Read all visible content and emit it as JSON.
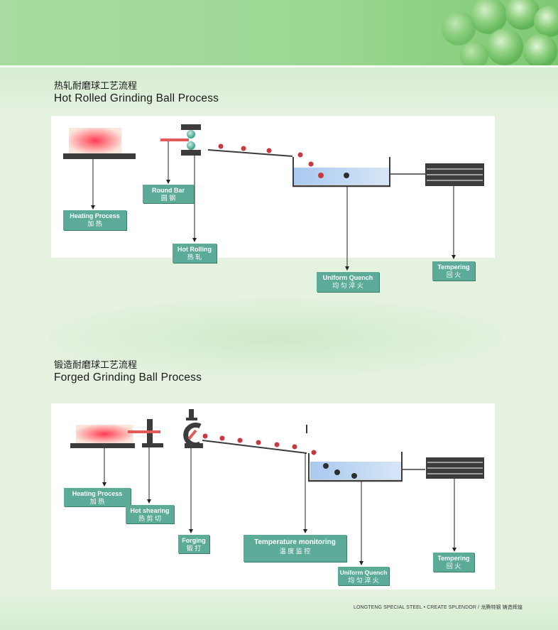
{
  "sections": [
    {
      "title_zh": "热轧耐磨球工艺流程",
      "title_en": "Hot Rolled Grinding Ball Process",
      "labels": [
        {
          "en": "Heating Process",
          "zh": "加 热"
        },
        {
          "en": "Round Bar",
          "zh": "圆 钢"
        },
        {
          "en": "Hot Rolling",
          "zh": "热 轧"
        },
        {
          "en": "Uniform Quench",
          "zh": "均 匀 淬 火"
        },
        {
          "en": "Tempering",
          "zh": "回 火"
        }
      ]
    },
    {
      "title_zh": "锻造耐磨球工艺流程",
      "title_en": "Forged Grinding Ball Process",
      "labels": [
        {
          "en": "Heating Process",
          "zh": "加 热"
        },
        {
          "en": "Hot shearing",
          "zh": "热 剪 切"
        },
        {
          "en": "Forging",
          "zh": "锻 打"
        },
        {
          "en": "Temperature monitoring",
          "zh": "温 度 监 控"
        },
        {
          "en": "Uniform Quench",
          "zh": "均 匀 淬 火"
        },
        {
          "en": "Tempering",
          "zh": "回 火"
        }
      ]
    }
  ],
  "footer": "LONGTENG SPECIAL STEEL • CREATE SPLENDOR / 龙腾特钢  铸造辉煌",
  "colors": {
    "label_bg": "#5cab99",
    "ball": "#c8383f",
    "steel": "#3c3c3c",
    "water": "#b9d3f0",
    "hot_glow": "#ff4a5a"
  }
}
